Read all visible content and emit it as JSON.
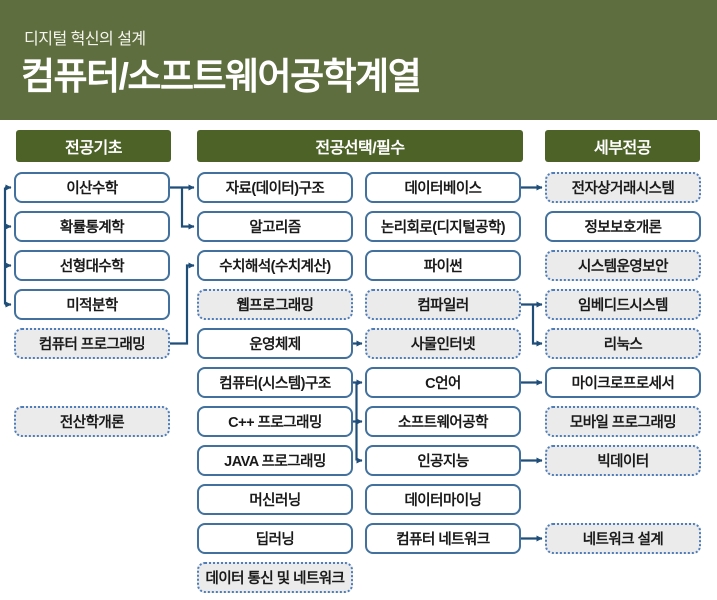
{
  "header": {
    "subtitle": "디지털 혁신의 설계",
    "title": "컴퓨터/소프트웨어공학계열"
  },
  "colors": {
    "banner_green": "#5f6e3e",
    "section_header_green": "#4d6227",
    "solid_box_border": "#41719c",
    "dotted_box_border": "#4d7dbb",
    "dotted_box_fill": "#ebebeb",
    "arrow_blue": "#1f4e79",
    "box_text": "#1a1a1a"
  },
  "sections": [
    {
      "title": "전공기초"
    },
    {
      "title": "전공선택/필수"
    },
    {
      "title": "세부전공"
    }
  ],
  "boxes": [
    {
      "label": "이산수학",
      "lane": 0,
      "row": 0,
      "style": "solid"
    },
    {
      "label": "확률통계학",
      "lane": 0,
      "row": 1,
      "style": "solid"
    },
    {
      "label": "선형대수학",
      "lane": 0,
      "row": 2,
      "style": "solid"
    },
    {
      "label": "미적분학",
      "lane": 0,
      "row": 3,
      "style": "solid"
    },
    {
      "label": "컴퓨터 프로그래밍",
      "lane": 0,
      "row": 4,
      "style": "dotted"
    },
    {
      "label": "전산학개론",
      "lane": 0,
      "row": 6,
      "style": "dotted"
    },
    {
      "label": "자료(데이터)구조",
      "lane": 1,
      "row": 0,
      "style": "solid"
    },
    {
      "label": "알고리즘",
      "lane": 1,
      "row": 1,
      "style": "solid"
    },
    {
      "label": "수치해석(수치계산)",
      "lane": 1,
      "row": 2,
      "style": "solid"
    },
    {
      "label": "웹프로그래밍",
      "lane": 1,
      "row": 3,
      "style": "dotted"
    },
    {
      "label": "운영체제",
      "lane": 1,
      "row": 4,
      "style": "solid"
    },
    {
      "label": "컴퓨터(시스템)구조",
      "lane": 1,
      "row": 5,
      "style": "solid"
    },
    {
      "label": "C++ 프로그래밍",
      "lane": 1,
      "row": 6,
      "style": "solid"
    },
    {
      "label": "JAVA 프로그래밍",
      "lane": 1,
      "row": 7,
      "style": "solid"
    },
    {
      "label": "머신러닝",
      "lane": 1,
      "row": 8,
      "style": "solid"
    },
    {
      "label": "딥러닝",
      "lane": 1,
      "row": 9,
      "style": "solid"
    },
    {
      "label": "데이터 통신 및 네트워크",
      "lane": 1,
      "row": 10,
      "style": "dotted"
    },
    {
      "label": "데이터베이스",
      "lane": 2,
      "row": 0,
      "style": "solid"
    },
    {
      "label": "논리회로(디지털공학)",
      "lane": 2,
      "row": 1,
      "style": "solid"
    },
    {
      "label": "파이썬",
      "lane": 2,
      "row": 2,
      "style": "solid"
    },
    {
      "label": "컴파일러",
      "lane": 2,
      "row": 3,
      "style": "dotted"
    },
    {
      "label": "사물인터넷",
      "lane": 2,
      "row": 4,
      "style": "dotted"
    },
    {
      "label": "C언어",
      "lane": 2,
      "row": 5,
      "style": "solid"
    },
    {
      "label": "소프트웨어공학",
      "lane": 2,
      "row": 6,
      "style": "solid"
    },
    {
      "label": "인공지능",
      "lane": 2,
      "row": 7,
      "style": "solid"
    },
    {
      "label": "데이터마이닝",
      "lane": 2,
      "row": 8,
      "style": "solid"
    },
    {
      "label": "컴퓨터 네트워크",
      "lane": 2,
      "row": 9,
      "style": "solid"
    },
    {
      "label": "전자상거래시스템",
      "lane": 3,
      "row": 0,
      "style": "dotted"
    },
    {
      "label": "정보보호개론",
      "lane": 3,
      "row": 1,
      "style": "solid"
    },
    {
      "label": "시스템운영보안",
      "lane": 3,
      "row": 2,
      "style": "dotted"
    },
    {
      "label": "임베디드시스템",
      "lane": 3,
      "row": 3,
      "style": "dotted"
    },
    {
      "label": "리눅스",
      "lane": 3,
      "row": 4,
      "style": "dotted"
    },
    {
      "label": "마이크로프로세서",
      "lane": 3,
      "row": 5,
      "style": "solid"
    },
    {
      "label": "모바일 프로그래밍",
      "lane": 3,
      "row": 6,
      "style": "dotted"
    },
    {
      "label": "빅데이터",
      "lane": 3,
      "row": 7,
      "style": "dotted"
    },
    {
      "label": "네트워크 설계",
      "lane": 3,
      "row": 9,
      "style": "dotted"
    }
  ],
  "entry_arrows": [
    "이산수학",
    "확률통계학",
    "선형대수학",
    "미적분학"
  ],
  "connections": [
    {
      "from": "이산수학",
      "to": "자료(데이터)구조"
    },
    {
      "from": "이산수학",
      "to": "알고리즘"
    },
    {
      "from": "컴퓨터 프로그래밍",
      "to": "수치해석(수치계산)"
    },
    {
      "from": "운영체제",
      "to": "사물인터넷"
    },
    {
      "from": "컴퓨터(시스템)구조",
      "to": "C언어"
    },
    {
      "from": "컴퓨터(시스템)구조",
      "to": "소프트웨어공학"
    },
    {
      "from": "C++ 프로그래밍",
      "to": "소프트웨어공학"
    },
    {
      "from": "컴퓨터(시스템)구조",
      "to": "인공지능"
    },
    {
      "from": "데이터베이스",
      "to": "전자상거래시스템"
    },
    {
      "from": "컴파일러",
      "to": "임베디드시스템"
    },
    {
      "from": "컴파일러",
      "to": "리눅스"
    },
    {
      "from": "C언어",
      "to": "마이크로프로세서"
    },
    {
      "from": "인공지능",
      "to": "빅데이터"
    },
    {
      "from": "컴퓨터 네트워크",
      "to": "네트워크 설계"
    }
  ]
}
